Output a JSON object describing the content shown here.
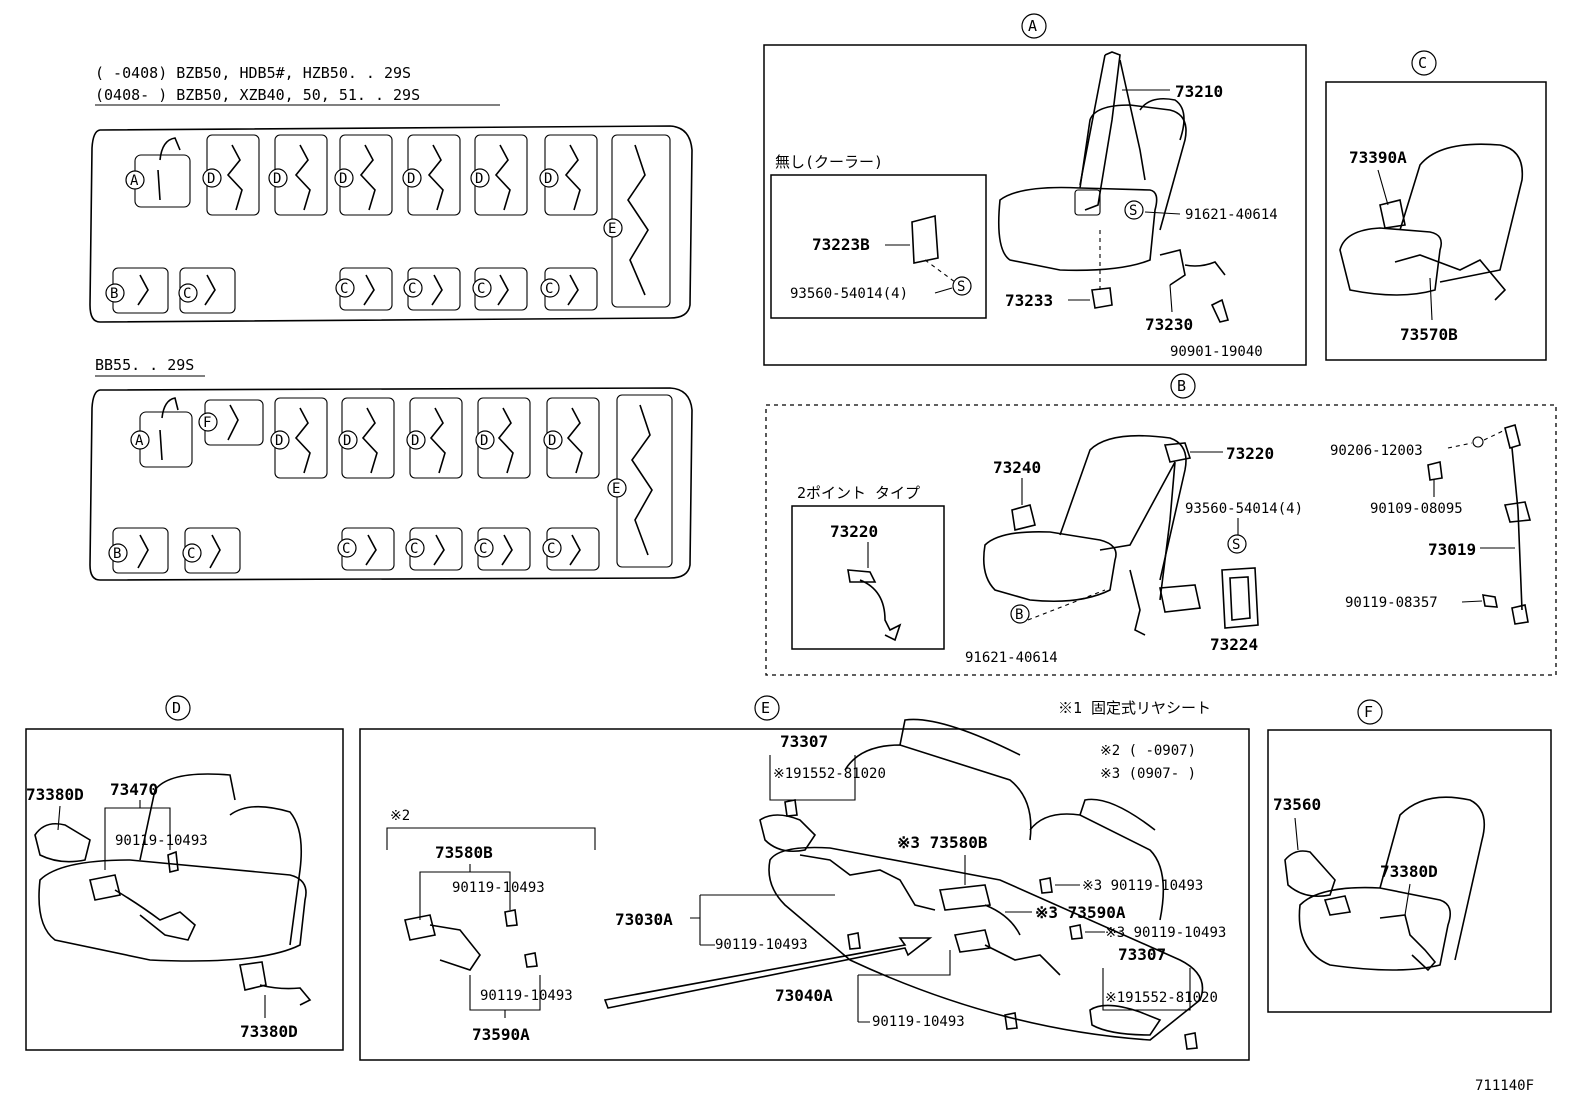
{
  "diagram_id": "711140F",
  "cab_layouts": [
    {
      "model_lines": [
        "(       -0408) BZB50, HDB5#, HZB50. . 29S",
        "(0408-       ) BZB50, XZB40, 50, 51. . 29S"
      ],
      "markers": [
        "A",
        "B",
        "C",
        "D",
        "E"
      ]
    },
    {
      "model_lines": [
        "BB55. . 29S"
      ],
      "markers": [
        "A",
        "B",
        "C",
        "D",
        "E",
        "F"
      ]
    }
  ],
  "panels": {
    "A": {
      "label": "A",
      "inset": {
        "title": "無し(クーラー)",
        "parts": [
          "73223B",
          "93560-54014(4)"
        ],
        "marker": "S"
      },
      "parts": [
        "73210",
        "91621-40614",
        "73233",
        "73230",
        "90901-19040"
      ],
      "marker": "S"
    },
    "B": {
      "label": "B",
      "inset": {
        "title": "2ポイント タイプ",
        "parts": [
          "73220"
        ]
      },
      "parts": [
        "73240",
        "73220",
        "93560-54014(4)",
        "73224",
        "91621-40614",
        "90206-12003",
        "90109-08095",
        "73019",
        "90119-08357"
      ],
      "markers": [
        "S",
        "B"
      ]
    },
    "C": {
      "label": "C",
      "parts": [
        "73390A",
        "73570B"
      ]
    },
    "D": {
      "label": "D",
      "parts": [
        "73380D",
        "73470",
        "90119-10493",
        "73380D"
      ]
    },
    "E": {
      "label": "E",
      "notes": [
        "※1 固定式リヤシート",
        "※2 (     -0907)",
        "※3 (0907-     )"
      ],
      "sub_label": "※2",
      "sub_parts": [
        "73580B",
        "90119-10493",
        "90119-10493",
        "73590A"
      ],
      "parts": [
        "73307",
        "※191552-81020",
        "73030A",
        "90119-10493",
        "※3 73580B",
        "※3 90119-10493",
        "※3 73590A",
        "※3 90119-10493",
        "73307",
        "※191552-81020",
        "73040A",
        "90119-10493"
      ]
    },
    "F": {
      "label": "F",
      "parts": [
        "73560",
        "73380D"
      ]
    }
  }
}
